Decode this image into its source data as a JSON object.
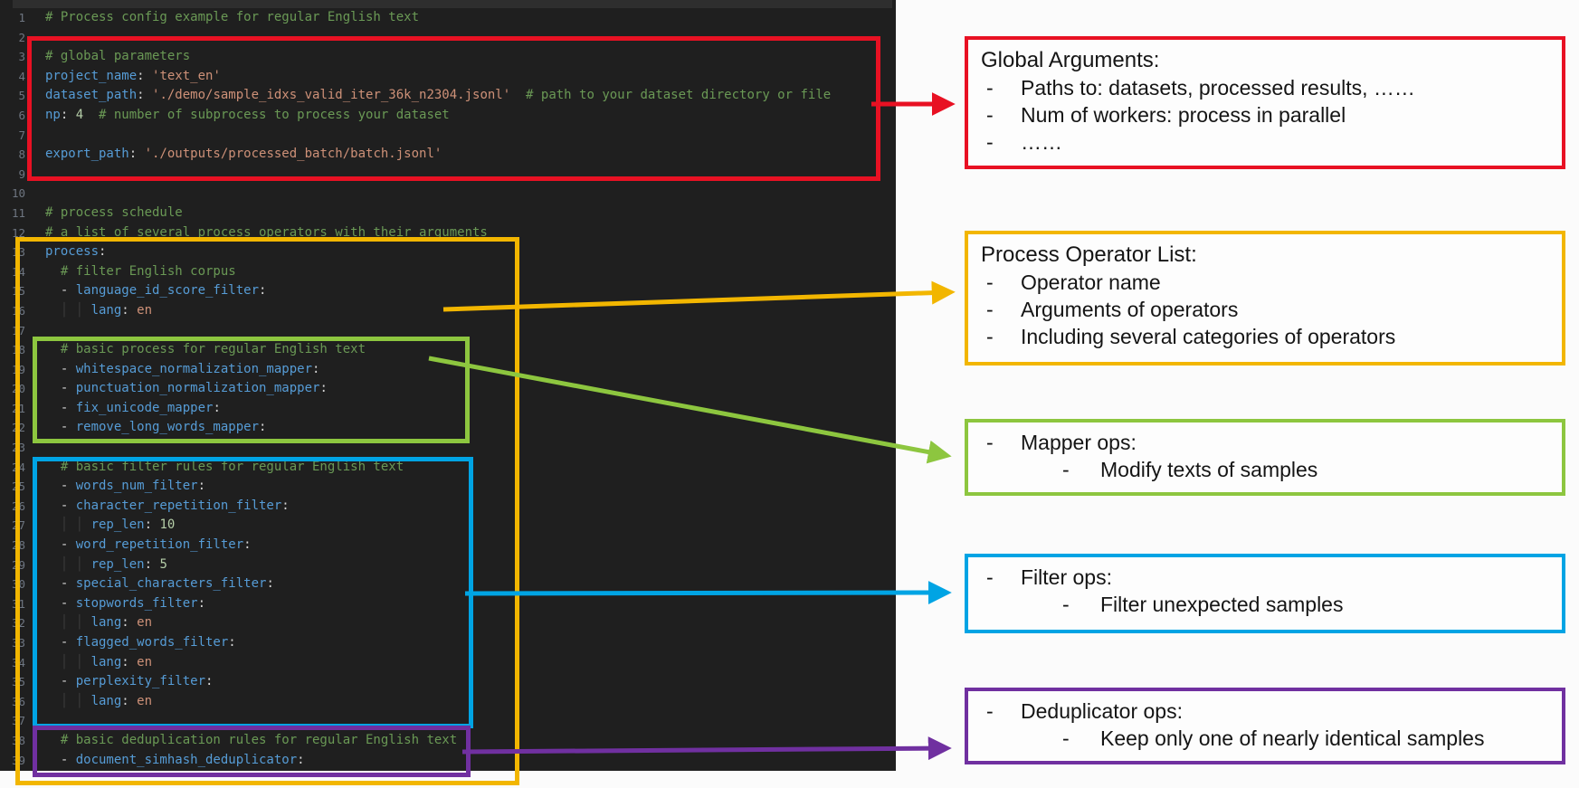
{
  "region_colors": {
    "global": "#e81123",
    "operators": "#f2b600",
    "mapper": "#8dc63f",
    "filter": "#00a4e4",
    "dedup": "#7030a0"
  },
  "editor": {
    "lines": [
      {
        "n": 1,
        "tokens": [
          [
            "c",
            "# Process config example for regular English text"
          ]
        ]
      },
      {
        "n": 2,
        "tokens": []
      },
      {
        "n": 3,
        "tokens": [
          [
            "c",
            "# global parameters"
          ]
        ]
      },
      {
        "n": 4,
        "tokens": [
          [
            "k",
            "project_name"
          ],
          [
            "p",
            ": "
          ],
          [
            "s",
            "'text_en'"
          ]
        ]
      },
      {
        "n": 5,
        "tokens": [
          [
            "k",
            "dataset_path"
          ],
          [
            "p",
            ": "
          ],
          [
            "s",
            "'./demo/sample_idxs_valid_iter_36k_n2304.jsonl'"
          ],
          [
            "c",
            "  # path to your dataset directory or file"
          ]
        ]
      },
      {
        "n": 6,
        "tokens": [
          [
            "k",
            "np"
          ],
          [
            "p",
            ": "
          ],
          [
            "n",
            "4"
          ],
          [
            "c",
            "  # number of subprocess to process your dataset"
          ]
        ]
      },
      {
        "n": 7,
        "tokens": []
      },
      {
        "n": 8,
        "tokens": [
          [
            "k",
            "export_path"
          ],
          [
            "p",
            ": "
          ],
          [
            "s",
            "'./outputs/processed_batch/batch.jsonl'"
          ]
        ]
      },
      {
        "n": 9,
        "tokens": []
      },
      {
        "n": 10,
        "tokens": []
      },
      {
        "n": 11,
        "tokens": [
          [
            "c",
            "# process schedule"
          ]
        ]
      },
      {
        "n": 12,
        "tokens": [
          [
            "c",
            "# a list of several process operators with their arguments"
          ]
        ]
      },
      {
        "n": 13,
        "tokens": [
          [
            "k",
            "process"
          ],
          [
            "p",
            ":"
          ]
        ]
      },
      {
        "n": 14,
        "tokens": [
          [
            "p",
            "  "
          ],
          [
            "c",
            "# filter English corpus"
          ]
        ]
      },
      {
        "n": 15,
        "tokens": [
          [
            "p",
            "  - "
          ],
          [
            "k",
            "language_id_score_filter"
          ],
          [
            "p",
            ":"
          ]
        ]
      },
      {
        "n": 16,
        "tokens": [
          [
            "g",
            "  │ │ "
          ],
          [
            "k",
            "lang"
          ],
          [
            "p",
            ": "
          ],
          [
            "v",
            "en"
          ]
        ]
      },
      {
        "n": 17,
        "tokens": []
      },
      {
        "n": 18,
        "tokens": [
          [
            "p",
            "  "
          ],
          [
            "c",
            "# basic process for regular English text"
          ]
        ]
      },
      {
        "n": 19,
        "tokens": [
          [
            "p",
            "  - "
          ],
          [
            "k",
            "whitespace_normalization_mapper"
          ],
          [
            "p",
            ":"
          ]
        ]
      },
      {
        "n": 20,
        "tokens": [
          [
            "p",
            "  - "
          ],
          [
            "k",
            "punctuation_normalization_mapper"
          ],
          [
            "p",
            ":"
          ]
        ]
      },
      {
        "n": 21,
        "tokens": [
          [
            "p",
            "  - "
          ],
          [
            "k",
            "fix_unicode_mapper"
          ],
          [
            "p",
            ":"
          ]
        ]
      },
      {
        "n": 22,
        "tokens": [
          [
            "p",
            "  - "
          ],
          [
            "k",
            "remove_long_words_mapper"
          ],
          [
            "p",
            ":"
          ]
        ]
      },
      {
        "n": 23,
        "tokens": []
      },
      {
        "n": 24,
        "tokens": [
          [
            "p",
            "  "
          ],
          [
            "c",
            "# basic filter rules for regular English text"
          ]
        ]
      },
      {
        "n": 25,
        "tokens": [
          [
            "p",
            "  - "
          ],
          [
            "k",
            "words_num_filter"
          ],
          [
            "p",
            ":"
          ]
        ]
      },
      {
        "n": 26,
        "tokens": [
          [
            "p",
            "  - "
          ],
          [
            "k",
            "character_repetition_filter"
          ],
          [
            "p",
            ":"
          ]
        ]
      },
      {
        "n": 27,
        "tokens": [
          [
            "g",
            "  │ │ "
          ],
          [
            "k",
            "rep_len"
          ],
          [
            "p",
            ": "
          ],
          [
            "n",
            "10"
          ]
        ]
      },
      {
        "n": 28,
        "tokens": [
          [
            "p",
            "  - "
          ],
          [
            "k",
            "word_repetition_filter"
          ],
          [
            "p",
            ":"
          ]
        ]
      },
      {
        "n": 29,
        "tokens": [
          [
            "g",
            "  │ │ "
          ],
          [
            "k",
            "rep_len"
          ],
          [
            "p",
            ": "
          ],
          [
            "n",
            "5"
          ]
        ]
      },
      {
        "n": 30,
        "tokens": [
          [
            "p",
            "  - "
          ],
          [
            "k",
            "special_characters_filter"
          ],
          [
            "p",
            ":"
          ]
        ]
      },
      {
        "n": 31,
        "tokens": [
          [
            "p",
            "  - "
          ],
          [
            "k",
            "stopwords_filter"
          ],
          [
            "p",
            ":"
          ]
        ]
      },
      {
        "n": 32,
        "tokens": [
          [
            "g",
            "  │ │ "
          ],
          [
            "k",
            "lang"
          ],
          [
            "p",
            ": "
          ],
          [
            "v",
            "en"
          ]
        ]
      },
      {
        "n": 33,
        "tokens": [
          [
            "p",
            "  - "
          ],
          [
            "k",
            "flagged_words_filter"
          ],
          [
            "p",
            ":"
          ]
        ]
      },
      {
        "n": 34,
        "tokens": [
          [
            "g",
            "  │ │ "
          ],
          [
            "k",
            "lang"
          ],
          [
            "p",
            ": "
          ],
          [
            "v",
            "en"
          ]
        ]
      },
      {
        "n": 35,
        "tokens": [
          [
            "p",
            "  - "
          ],
          [
            "k",
            "perplexity_filter"
          ],
          [
            "p",
            ":"
          ]
        ]
      },
      {
        "n": 36,
        "tokens": [
          [
            "g",
            "  │ │ "
          ],
          [
            "k",
            "lang"
          ],
          [
            "p",
            ": "
          ],
          [
            "v",
            "en"
          ]
        ]
      },
      {
        "n": 37,
        "tokens": []
      },
      {
        "n": 38,
        "tokens": [
          [
            "p",
            "  "
          ],
          [
            "c",
            "# basic deduplication rules for regular English text"
          ]
        ]
      },
      {
        "n": 39,
        "tokens": [
          [
            "p",
            "  - "
          ],
          [
            "k",
            "document_simhash_deduplicator"
          ],
          [
            "p",
            ":"
          ]
        ]
      }
    ]
  },
  "annotations": [
    {
      "region": "global",
      "title": "Global Arguments:",
      "items": [
        {
          "level": 1,
          "text": "Paths to: datasets, processed results, ……"
        },
        {
          "level": 1,
          "text": "Num of workers: process in parallel"
        },
        {
          "level": 1,
          "text": "……"
        }
      ]
    },
    {
      "region": "operators",
      "title": "Process Operator List:",
      "items": [
        {
          "level": 1,
          "text": "Operator name"
        },
        {
          "level": 1,
          "text": "Arguments of operators"
        },
        {
          "level": 1,
          "text": "Including several categories of operators"
        }
      ]
    },
    {
      "region": "mapper",
      "title": "",
      "items": [
        {
          "level": 1,
          "text": "Mapper ops:"
        },
        {
          "level": 2,
          "text": "Modify texts of samples"
        }
      ]
    },
    {
      "region": "filter",
      "title": "",
      "items": [
        {
          "level": 1,
          "text": "Filter ops:"
        },
        {
          "level": 2,
          "text": "Filter unexpected samples"
        }
      ]
    },
    {
      "region": "dedup",
      "title": "",
      "items": [
        {
          "level": 1,
          "text": "Deduplicator ops:"
        },
        {
          "level": 2,
          "text": "Keep only one of nearly identical samples"
        }
      ]
    },
    {
      "bullet_dash": "-"
    }
  ]
}
